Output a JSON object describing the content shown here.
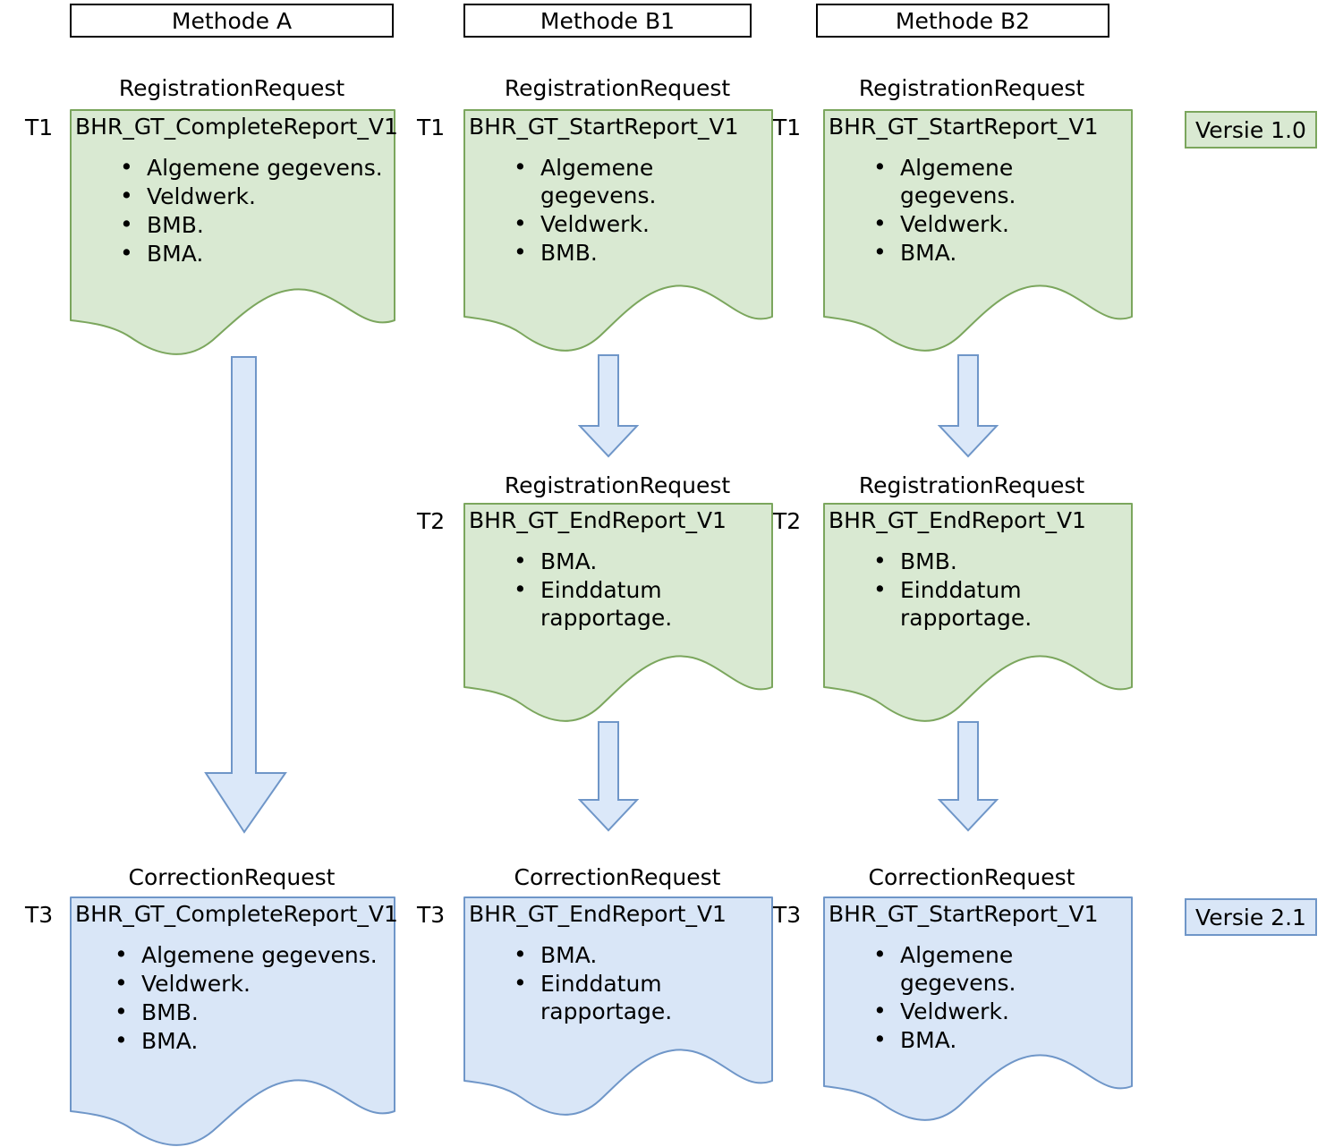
{
  "diagram": {
    "title_visible": false,
    "colors": {
      "green_fill": "#d9e9d2",
      "green_stroke": "#7ba65d",
      "blue_fill": "#d9e6f7",
      "blue_stroke": "#6f96c8",
      "arrow_fill": "#dbe8f9",
      "arrow_stroke": "#6f96c8",
      "header_border": "#000000",
      "text": "#000000"
    },
    "headers": [
      {
        "label": "Methode A"
      },
      {
        "label": "Methode B1"
      },
      {
        "label": "Methode B2"
      }
    ],
    "version_chips": [
      {
        "label": "Versie 1.0",
        "style": "green"
      },
      {
        "label": "Versie 2.1",
        "style": "blue"
      }
    ],
    "cards": [
      {
        "id": "a-t1",
        "column": "Methode A",
        "time_label": "T1",
        "caption": "RegistrationRequest",
        "title": "BHR_GT_CompleteReport_V1",
        "style": "green",
        "items": [
          "Algemene gegevens.",
          "Veldwerk.",
          "BMB.",
          "BMA."
        ]
      },
      {
        "id": "b1-t1",
        "column": "Methode B1",
        "time_label": "T1",
        "caption": "RegistrationRequest",
        "title": "BHR_GT_StartReport_V1",
        "style": "green",
        "items": [
          "Algemene gegevens.",
          "Veldwerk.",
          "BMB."
        ]
      },
      {
        "id": "b2-t1",
        "column": "Methode B2",
        "time_label": "T1",
        "caption": "RegistrationRequest",
        "title": "BHR_GT_StartReport_V1",
        "style": "green",
        "items": [
          "Algemene gegevens.",
          "Veldwerk.",
          "BMA."
        ]
      },
      {
        "id": "b1-t2",
        "column": "Methode B1",
        "time_label": "T2",
        "caption": "RegistrationRequest",
        "title": "BHR_GT_EndReport_V1",
        "style": "green",
        "items": [
          "BMA.",
          "Einddatum rapportage."
        ]
      },
      {
        "id": "b2-t2",
        "column": "Methode B2",
        "time_label": "T2",
        "caption": "RegistrationRequest",
        "title": "BHR_GT_EndReport_V1",
        "style": "green",
        "items": [
          "BMB.",
          "Einddatum rapportage."
        ]
      },
      {
        "id": "a-t3",
        "column": "Methode A",
        "time_label": "T3",
        "caption": "CorrectionRequest",
        "title": "BHR_GT_CompleteReport_V1",
        "style": "blue",
        "items": [
          "Algemene gegevens.",
          "Veldwerk.",
          "BMB.",
          "BMA."
        ]
      },
      {
        "id": "b1-t3",
        "column": "Methode B1",
        "time_label": "T3",
        "caption": "CorrectionRequest",
        "title": "BHR_GT_EndReport_V1",
        "style": "blue",
        "items": [
          "BMA.",
          "Einddatum rapportage."
        ]
      },
      {
        "id": "b2-t3",
        "column": "Methode B2",
        "time_label": "T3",
        "caption": "CorrectionRequest",
        "title": "BHR_GT_StartReport_V1",
        "style": "blue",
        "items": [
          "Algemene gegevens.",
          "Veldwerk.",
          "BMA."
        ]
      }
    ],
    "arrows": [
      {
        "id": "arrow-a-t1-to-t3",
        "from": "a-t1",
        "to": "a-t3",
        "direction": "down"
      },
      {
        "id": "arrow-b1-t1-to-t2",
        "from": "b1-t1",
        "to": "b1-t2",
        "direction": "down"
      },
      {
        "id": "arrow-b2-t1-to-t2",
        "from": "b2-t1",
        "to": "b2-t2",
        "direction": "down"
      },
      {
        "id": "arrow-b1-t2-to-t3",
        "from": "b1-t2",
        "to": "b1-t3",
        "direction": "down"
      },
      {
        "id": "arrow-b2-t2-to-t3",
        "from": "b2-t2",
        "to": "b2-t3",
        "direction": "down"
      }
    ]
  }
}
